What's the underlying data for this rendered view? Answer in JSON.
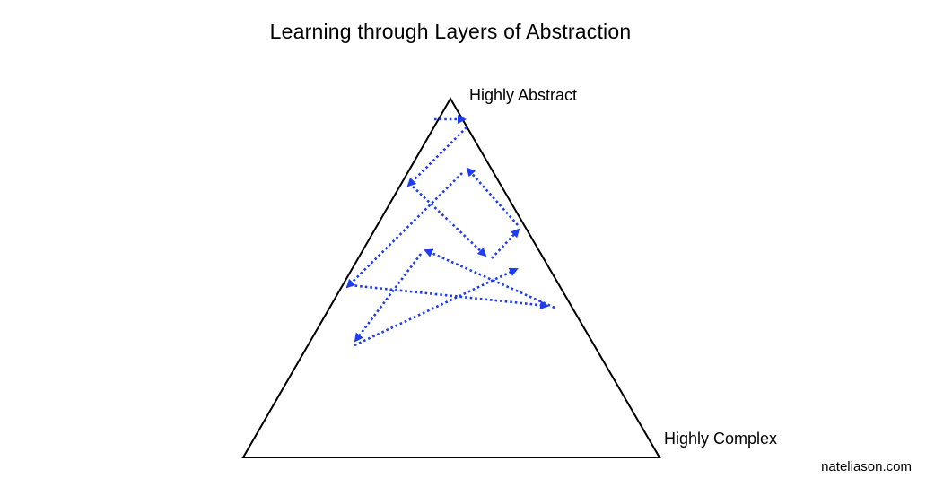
{
  "diagram": {
    "title": "Learning through Layers of Abstraction",
    "apex_label": "Highly Abstract",
    "base_label": "Highly Complex",
    "credit": "nateliason.com",
    "colors": {
      "outline": "#000000",
      "path": "#1f3cf0"
    }
  }
}
